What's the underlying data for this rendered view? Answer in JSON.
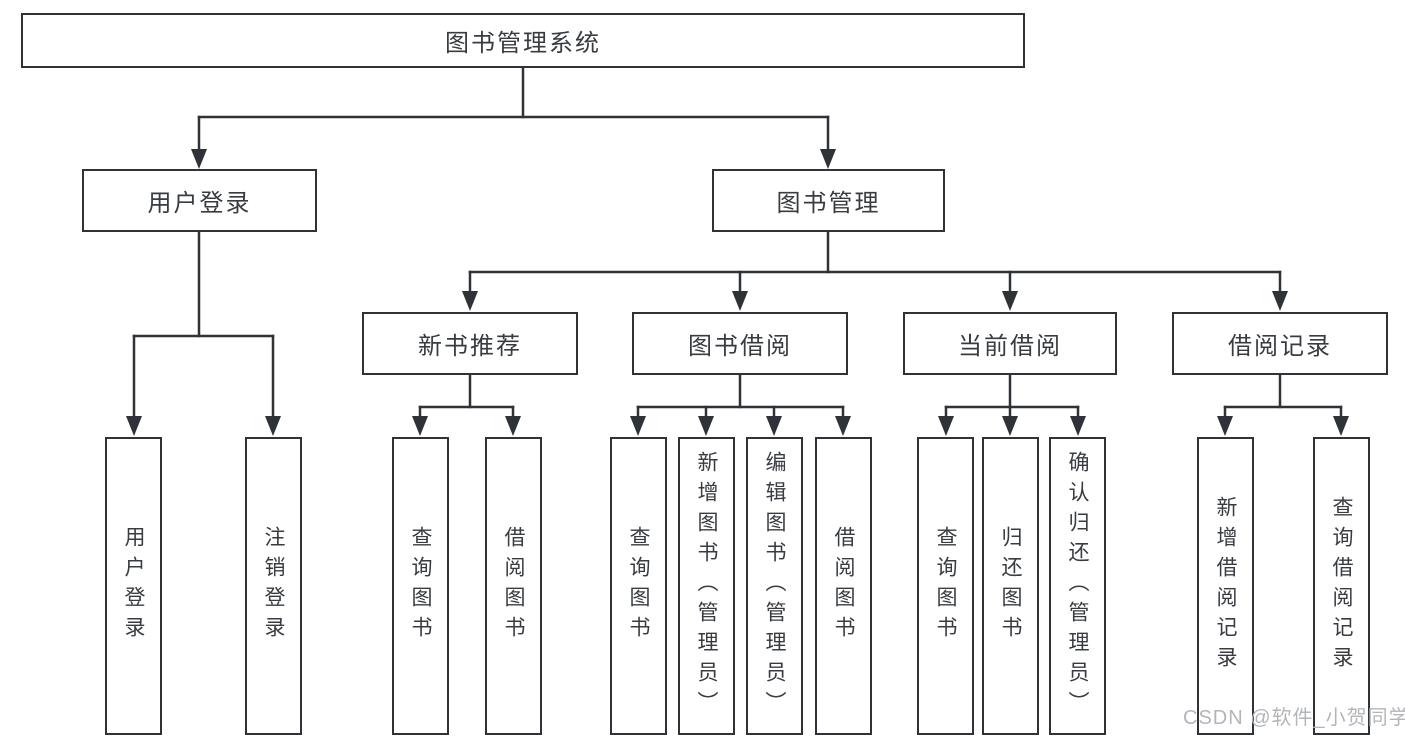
{
  "diagram": {
    "root": {
      "label": "图书管理系统"
    },
    "branches": [
      {
        "label": "用户登录",
        "children": [
          {
            "label": "用户登录"
          },
          {
            "label": "注销登录"
          }
        ]
      },
      {
        "label": "图书管理",
        "children": [
          {
            "label": "新书推荐",
            "children": [
              {
                "label": "查询图书"
              },
              {
                "label": "借阅图书"
              }
            ]
          },
          {
            "label": "图书借阅",
            "children": [
              {
                "label": "查询图书"
              },
              {
                "label": "新增图书（管理员）"
              },
              {
                "label": "编辑图书（管理员）"
              },
              {
                "label": "借阅图书"
              }
            ]
          },
          {
            "label": "当前借阅",
            "children": [
              {
                "label": "查询图书"
              },
              {
                "label": "归还图书"
              },
              {
                "label": "确认归还（管理员）"
              }
            ]
          },
          {
            "label": "借阅记录",
            "children": [
              {
                "label": "新增借阅记录"
              },
              {
                "label": "查询借阅记录"
              }
            ]
          }
        ]
      }
    ]
  },
  "watermark": {
    "text": "CSDN @软件_小贺同学"
  },
  "colors": {
    "line": "#2f3337",
    "text": "#383c41",
    "watermark": "#b3b6b9",
    "background": "#ffffff"
  }
}
